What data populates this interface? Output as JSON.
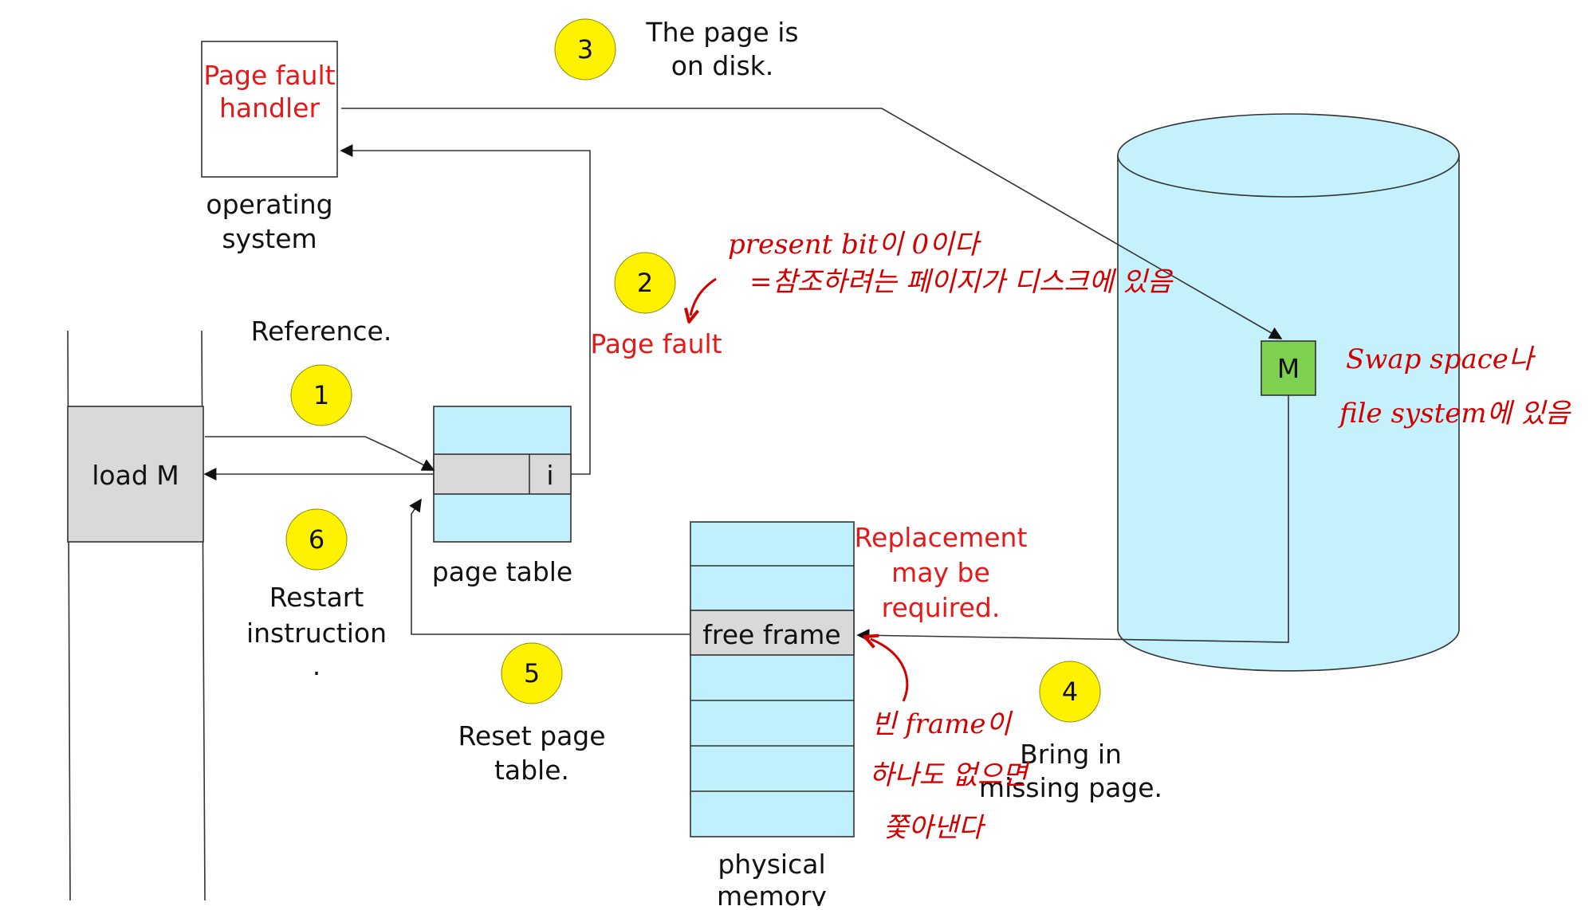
{
  "colors": {
    "step_circle": "#fff200",
    "page_table": "#bff0fb",
    "disk": "#c4f1fb",
    "highlight_gray": "#d9d9d9",
    "page_m": "#7ed14e",
    "red_text": "#e21a1a",
    "annotation": "#d40000"
  },
  "handler": {
    "line1": "Page fault",
    "line2": "handler"
  },
  "os": {
    "line1": "operating",
    "line2": "system"
  },
  "steps": {
    "s1": {
      "num": "1",
      "line1": "Reference."
    },
    "s2": {
      "num": "2",
      "line1": "Page fault"
    },
    "s3": {
      "num": "3",
      "line1": "The page is",
      "line2": "on disk."
    },
    "s4": {
      "num": "4",
      "line1": "Bring in",
      "line2": "missing page."
    },
    "s5": {
      "num": "5",
      "line1": "Reset page",
      "line2": "table."
    },
    "s6": {
      "num": "6",
      "line1": "Restart",
      "line2": "instruction",
      "line3": "."
    }
  },
  "load": "load M",
  "page_table": {
    "entry": "i",
    "caption": "page table"
  },
  "memory": {
    "free": "free frame",
    "caption1": "physical",
    "caption2": "memory"
  },
  "replacement": {
    "line1": "Replacement",
    "line2": "may be",
    "line3": "required."
  },
  "disk_page": "M",
  "annotations": {
    "present_1": "present bit이 0이다",
    "present_2": "=참조하려는 페이지가 디스크에 있음",
    "swap_1": "Swap space나",
    "swap_2": "file system에 있음",
    "frame_1": "빈 frame이",
    "frame_2": "하나도 없으면",
    "frame_3": "쫓아낸다"
  }
}
